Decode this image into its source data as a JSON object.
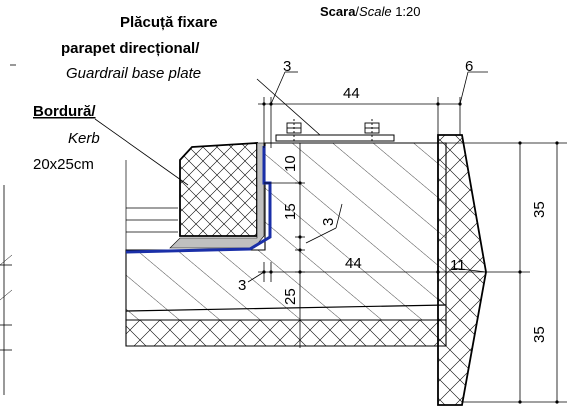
{
  "scale": {
    "bold": "Scara",
    "sep": "/",
    "italic": "Scale",
    "value": " 1:20"
  },
  "plate_label": {
    "line1": "Plăcuță fixare",
    "line2": "parapet direcțional/",
    "line3": "Guardrail base plate"
  },
  "kerb_label": {
    "line1": "Bordură/",
    "line2": "Kerb",
    "line3": "20x25cm"
  },
  "dimensions": {
    "top_left": "3",
    "top_width": "44",
    "top_right": "6",
    "v10": "10",
    "v15": "15",
    "inner3": "3",
    "bottom_left": "3",
    "bottom_width": "44",
    "right_11": "11",
    "v25": "25",
    "right_upper": "35",
    "right_lower": "35"
  },
  "colors": {
    "membrane": "#1a2fa8",
    "mortar": "#c0c0c0",
    "line": "#000000"
  }
}
